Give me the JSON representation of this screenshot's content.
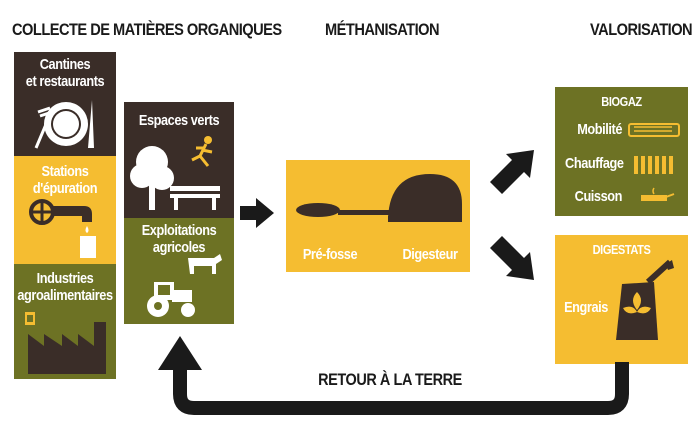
{
  "headers": {
    "collecte": "COLLECTE DE MATIÈRES ORGANIQUES",
    "methanisation": "MÉTHANISATION",
    "valorisation": "VALORISATION"
  },
  "sources": {
    "cantines": "Cantines\net restaurants",
    "stations": "Stations\nd'épuration",
    "industries": "Industries\nagroalimentaires",
    "espaces_verts": "Espaces verts",
    "exploitations": "Exploitations\nagricoles"
  },
  "methanisation": {
    "prefosse": "Pré-fosse",
    "digesteur": "Digesteur"
  },
  "biogaz": {
    "title": "BIOGAZ",
    "items": [
      "Mobilité",
      "Chauffage",
      "Cuisson"
    ]
  },
  "digestats": {
    "title": "DIGESTATS",
    "item": "Engrais"
  },
  "retour": "RETOUR À LA TERRE",
  "colors": {
    "dark_brown": "#3a2d28",
    "olive": "#6d7224",
    "yellow": "#f5bd31",
    "arrow": "#1a1a1a"
  }
}
